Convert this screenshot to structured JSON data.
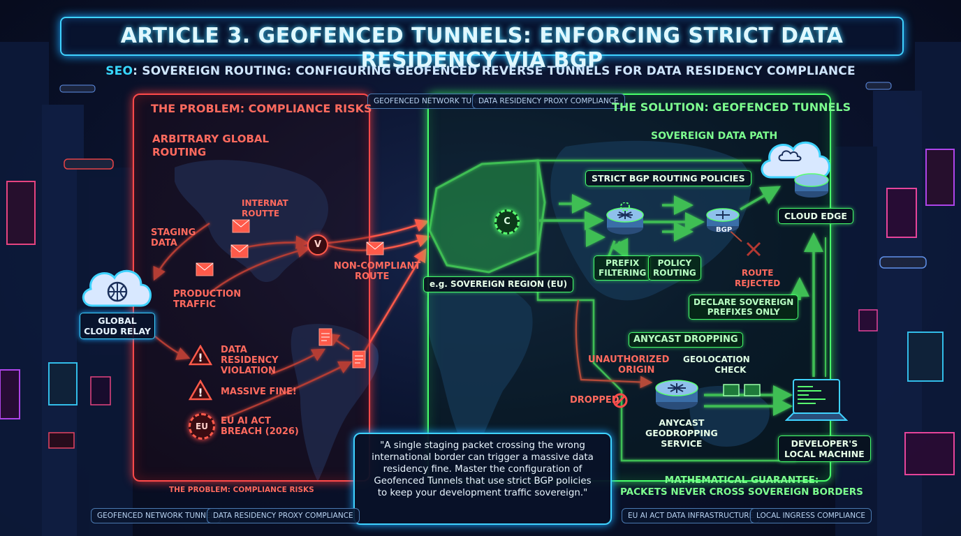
{
  "title": "ARTICLE 3. GEOFENCED TUNNELS: ENFORCING STRICT DATA RESIDENCY VIA BGP",
  "seo": {
    "key": "SEO",
    "text": ": SOVEREIGN ROUTING: CONFIGURING GEOFENCED REVERSE TUNNELS FOR DATA RESIDENCY COMPLIANCE"
  },
  "top_tags": [
    "GEOFENCED NETWORK TUNNEL",
    "DATA RESIDENCY PROXY COMPLIANCE"
  ],
  "problem": {
    "header": "THE PROBLEM: COMPLIANCE RISKS",
    "subheader_l1": "ARBITRARY GLOBAL",
    "subheader_l2": "ROUTING",
    "internet_route_l1": "INTERNAT",
    "internet_route_l2": "ROUTTE",
    "staging_l1": "STAGING",
    "staging_l2": "DATA",
    "production_l1": "PRODUCTION",
    "production_l2": "TRAFFIC",
    "relay_l1": "GLOBAL",
    "relay_l2": "CLOUD RELAY",
    "noncompliant_l1": "NON-COMPLIANT",
    "noncompliant_l2": "ROUTE",
    "violation_l1": "DATA",
    "violation_l2": "RESIDENCY",
    "violation_l3": "VIOLATION",
    "fine": "MASSIVE FINE!",
    "breach_badge": "EU",
    "breach_l1": "EU AI ACT",
    "breach_l2": "BREACH (2026)",
    "footer": "THE PROBLEM: COMPLIANCE RISKS",
    "router_glyph": "V"
  },
  "solution": {
    "header": "THE SOLUTION: GEOFENCED TUNNELS",
    "sovereign_path": "SOVEREIGN DATA PATH",
    "bgp_policies": "STRICT BGP ROUTING POLICIES",
    "cloud_edge": "CLOUD EDGE",
    "bgp": "BGP",
    "prefix_l1": "PREFIX",
    "prefix_l2": "FILTERING",
    "policy_l1": "POLICY",
    "policy_l2": "ROUTING",
    "rejected_l1": "ROUTE",
    "rejected_l2": "REJECTED",
    "declare_l1": "DECLARE SOVEREIGN",
    "declare_l2": "PREFIXES ONLY",
    "region": "e.g. SOVEREIGN REGION (EU)",
    "region_glyph": "C",
    "anycast": "ANYCAST DROPPING",
    "unauth_l1": "UNAUTHORIZED",
    "unauth_l2": "ORIGIN",
    "geo_l1": "GEOLOCATION",
    "geo_l2": "CHECK",
    "dropped": "DROPPED",
    "service_l1": "ANYCAST",
    "service_l2": "GEODROPPING",
    "service_l3": "SERVICE",
    "dev_l1": "DEVELOPER'S",
    "dev_l2": "LOCAL MACHINE",
    "guarantee_l1": "MATHEMATICAL GUARANTEE:",
    "guarantee_l2": "PACKETS NEVER CROSS SOVEREIGN BORDERS"
  },
  "quote": [
    "\"A single staging packet crossing the wrong",
    "international border can trigger a massive data",
    "residency fine. Master the configuration of",
    "Geofenced Tunnels that use strict BGP policies",
    "to keep your development traffic sovereign.\""
  ],
  "bottom_tags": [
    "GEOFENCED NETWORK TUNNEL",
    "DATA RESIDENCY PROXY COMPLIANCE",
    "EU AI ACT DATA INFRASTRUCTURE",
    "LOCAL INGRESS COMPLIANCE"
  ],
  "colors": {
    "problem": "#ff4a4a",
    "solution": "#48ff6a",
    "accent": "#3fd2ff"
  }
}
